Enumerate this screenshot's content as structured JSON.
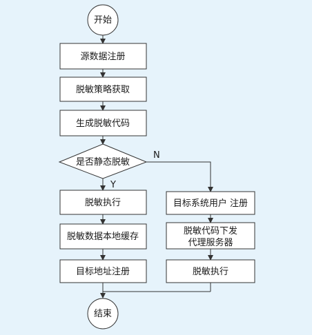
{
  "diagram": {
    "nodes": {
      "start": "开始",
      "register_source": "源数据注册",
      "get_policy": "脱敏策略获取",
      "gen_code": "生成脱敏代码",
      "is_static": "是否静态脱敏",
      "exec_left": "脱敏执行",
      "cache_local": "脱敏数据本地缓存",
      "register_addr": "目标地址注册",
      "register_user": "目标系统用户 注册",
      "deliver_line1": "脱敏代码下发",
      "deliver_line2": "代理服务器",
      "exec_right": "脱敏执行",
      "end": "结束"
    },
    "edge_labels": {
      "yes": "Y",
      "no": "N"
    }
  }
}
